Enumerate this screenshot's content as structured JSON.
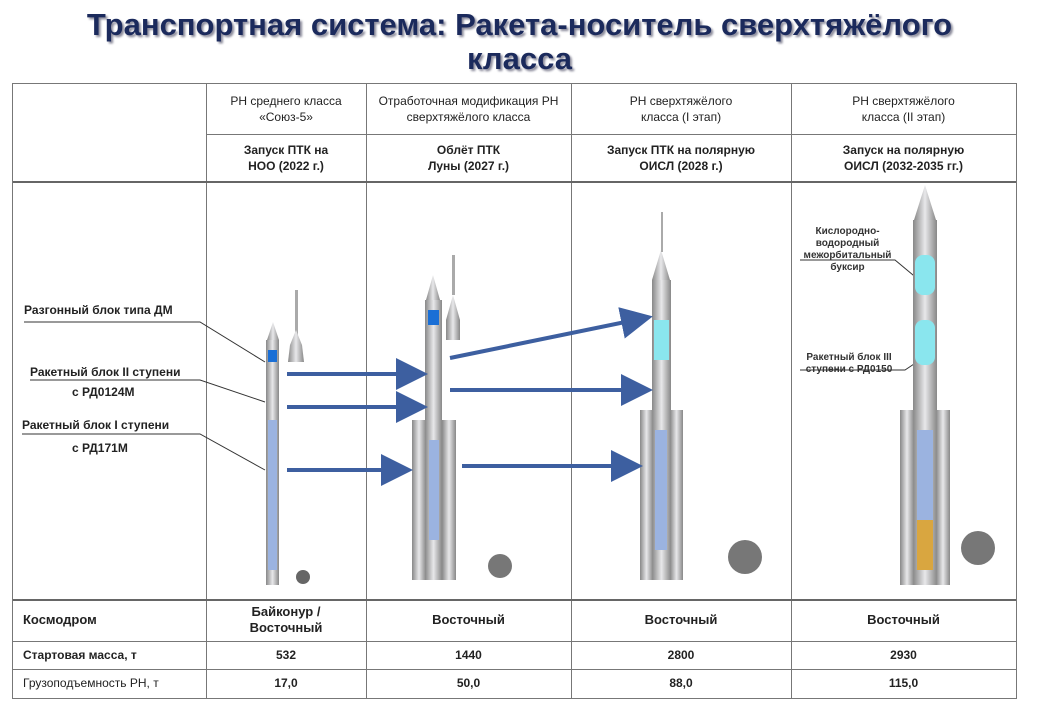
{
  "title": {
    "line1": "Транспортная система: Ракета-носитель сверхтяжёлого",
    "line2": "класса"
  },
  "columns": [
    {
      "name": "РН среднего класса «Союз-5»",
      "mission": "Запуск ПТК на НОО (2022 г.)",
      "cosmodrome": "Байконур / Восточный",
      "mass": "532",
      "payload": "17,0"
    },
    {
      "name": "Отработочная модификация РН сверхтяжёлого класса",
      "mission": "Облёт ПТК Луны (2027 г.)",
      "cosmodrome": "Восточный",
      "mass": "1440",
      "payload": "50,0"
    },
    {
      "name": "РН сверхтяжёлого класса (I этап)",
      "mission": "Запуск ПТК на полярную ОИСЛ (2028 г.)",
      "cosmodrome": "Восточный",
      "mass": "2800",
      "payload": "88,0"
    },
    {
      "name": "РН сверхтяжёлого класса (II этап)",
      "mission": "Запуск на полярную ОИСЛ (2032-2035 гг.)",
      "cosmodrome": "Восточный",
      "mass": "2930",
      "payload": "115,0"
    }
  ],
  "row_labels": {
    "cosmodrome": "Космодром",
    "mass": "Стартовая масса, т",
    "payload": "Грузоподъемность РН, т"
  },
  "callouts": {
    "dm": "Разгонный блок типа ДМ",
    "stage2": "Ракетный блок II ступени",
    "stage2_engine": "с РД0124М",
    "stage1": "Ракетный блок I ступени",
    "stage1_engine": "с РД171М",
    "tug": "Кислородно-водородный межорбитальный буксир",
    "stage3": "Ракетный блок III ступени с РД0150"
  }
}
